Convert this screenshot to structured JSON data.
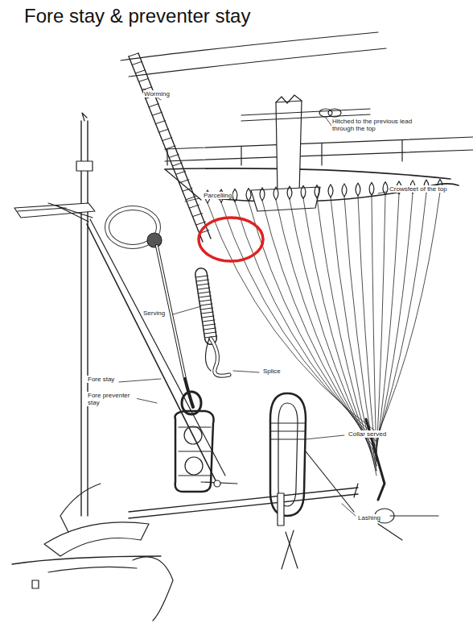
{
  "diagram": {
    "title": "Fore stay & preventer stay",
    "labels": [
      "Worming",
      "Hitched to the previous lead through the top",
      "Crowsfeet of the top",
      "Parcelling",
      "Serving",
      "Splice",
      "Fore stay",
      "Fore preventer stay",
      "Collar served",
      "Lashing"
    ]
  }
}
